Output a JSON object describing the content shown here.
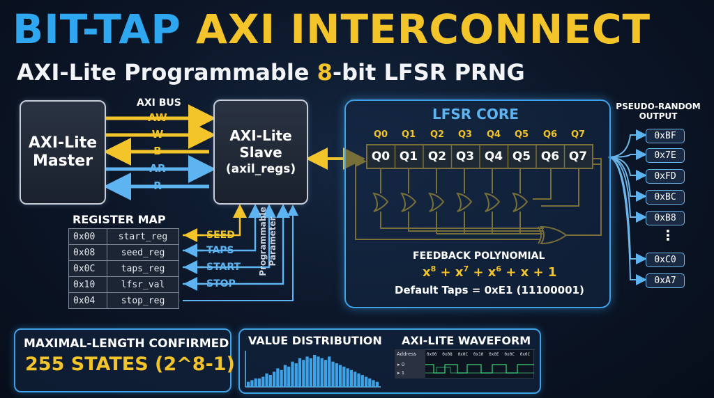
{
  "header": {
    "title_part1": "BIT-TAP",
    "title_part2": "AXI INTERCONNECT",
    "subtitle_pre": "AXI-Lite Programmable ",
    "subtitle_hl": "8",
    "subtitle_post": "-bit LFSR PRNG"
  },
  "master": {
    "label_line1": "AXI-Lite",
    "label_line2": "Master"
  },
  "slave": {
    "label_line1": "AXI-Lite",
    "label_line2": "Slave",
    "label_line3": "(axil_regs)"
  },
  "bus": {
    "title": "AXI BUS",
    "channels": [
      {
        "label": "AW",
        "color": "#f4c52a"
      },
      {
        "label": "W",
        "color": "#f4c52a"
      },
      {
        "label": "B",
        "color": "#f4c52a"
      },
      {
        "label": "AR",
        "color": "#5db4f0"
      },
      {
        "label": "R",
        "color": "#5db4f0"
      }
    ]
  },
  "register_map": {
    "title": "REGISTER MAP",
    "rows": [
      {
        "addr": "0x00",
        "name": "start_reg"
      },
      {
        "addr": "0x08",
        "name": "seed_reg"
      },
      {
        "addr": "0x0C",
        "name": "taps_reg"
      },
      {
        "addr": "0x10",
        "name": "lfsr_val"
      },
      {
        "addr": "0x04",
        "name": "stop_reg"
      }
    ]
  },
  "controls": {
    "seed": "SEED",
    "taps": "TAPS",
    "start": "START",
    "stop": "STOP",
    "programmable": "Programmable Parameter"
  },
  "lfsr": {
    "title": "LFSR CORE",
    "top_labels": [
      "Q0",
      "Q1",
      "Q2",
      "Q3",
      "Q4",
      "Q5",
      "Q6",
      "Q7"
    ],
    "cells": [
      "Q0",
      "Q1",
      "Q2",
      "Q3",
      "Q4",
      "Q5",
      "Q6",
      "Q7"
    ],
    "feedback_title": "FEEDBACK POLYNOMIAL",
    "poly_terms": [
      "x",
      "8",
      " + x",
      "7",
      " + x",
      "6",
      " + x + 1"
    ],
    "default_taps": "Default Taps = 0xE1 (11100001)"
  },
  "output": {
    "title_line1": "PSEUDO-RANDOM",
    "title_line2": "OUTPUT",
    "values": [
      "0xBF",
      "0x7E",
      "0xFD",
      "0xBC",
      "0xB8",
      "⋮",
      "0xC0",
      "0xA7"
    ]
  },
  "bottom": {
    "maximal_title": "MAXIMAL-LENGTH CONFIRMED",
    "maximal_value": "255 STATES (2^8-1)",
    "distribution_title": "VALUE DISTRIBUTION",
    "waveform_title": "AXI-LITE WAVEFORM",
    "waveform_header": "Address",
    "waveform_addresses": [
      "0x00",
      "0x08",
      "0x0C",
      "0x10",
      "0x0E",
      "0x0C",
      "0x0C"
    ],
    "distribution_values": [
      3,
      4,
      5,
      5,
      6,
      8,
      7,
      9,
      11,
      10,
      13,
      12,
      15,
      14,
      17,
      16,
      18,
      17,
      19,
      18,
      17,
      16,
      18,
      15,
      14,
      13,
      12,
      11,
      10,
      9,
      8,
      7,
      6,
      5,
      4,
      3
    ]
  },
  "colors": {
    "yellow": "#f4c52a",
    "blue": "#5db4f0",
    "cyan": "#3fa2e6"
  }
}
